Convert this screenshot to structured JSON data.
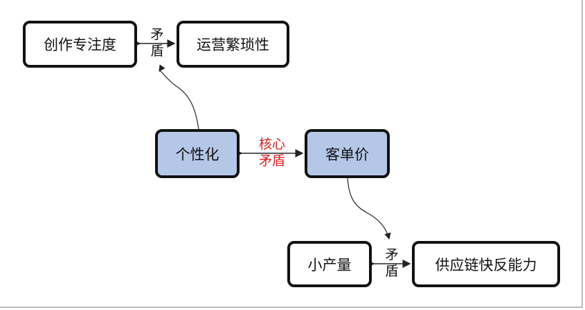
{
  "nodes": {
    "focus": "创作专注度",
    "ops": "运营繁琐性",
    "personal": "个性化",
    "price": "客单价",
    "small": "小产量",
    "supply": "供应链快反能力"
  },
  "labels": {
    "top_a": "矛",
    "top_b": "盾",
    "core_a": "核心",
    "core_b": "矛盾",
    "bottom_a": "矛",
    "bottom_b": "盾"
  },
  "colors": {
    "accent_fill": "#b4c7e7",
    "core_text": "#d42020"
  }
}
